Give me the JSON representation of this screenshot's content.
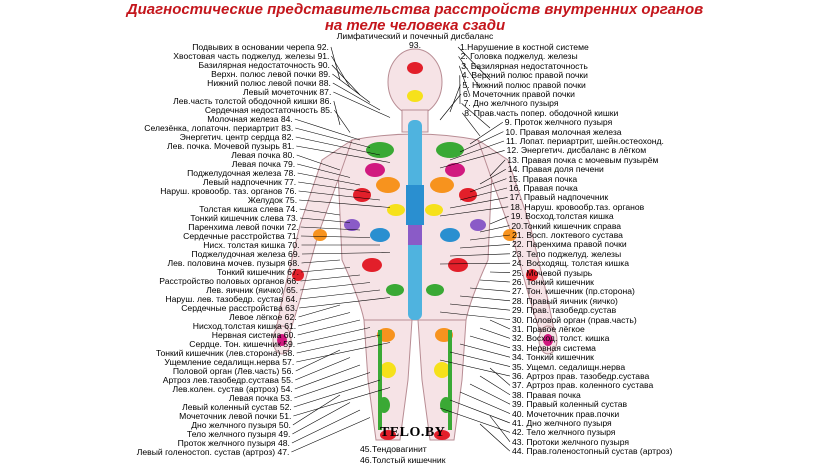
{
  "title": {
    "line1": "Диагностические представительства расстройств внутренних органов",
    "line2": "на теле человека сзади"
  },
  "top_label": "Лимфатический и почечный дисбаланс",
  "top_number": "93.",
  "brand": "TELO.BY",
  "left_labels": [
    "Подвывих в основании черепа 92.",
    "Хвостовая часть поджелуд. железы 91.",
    "Базилярная недостаточность 90.",
    "Верхн. полюс левой почки 89.",
    "Нижний полюс левой почки 88.",
    "Левый мочеточник 87.",
    "Лев.часть толстой ободочной кишки 86.",
    "Сердечная недостаточность 85.",
    "Молочная железа 84.",
    "Селезёнка, лопаточн. периартрит 83.",
    "Энергетич. центр сердца 82.",
    "Лев. почка. Мочевой пузырь 81.",
    "Левая почка 80.",
    "Левая почка 79.",
    "Поджелудочная железа 78.",
    "Левый надпочечник 77.",
    "Наруш. кровообр. таз. органов 76.",
    "Желудок 75.",
    "Толстая кишка слева 74.",
    "Тонкий кишечник слева 73.",
    "Паренхима левой почки 72.",
    "Сердечные расстройства 71.",
    "Нисх. толстая кишка 70.",
    "Поджелудочная железа 69.",
    "Лев. половина мочев. пузыря 68.",
    "Тонкий кишечник 67.",
    "Расстройство половых органов 66.",
    "Лев. яичник (яичко) 65.",
    "Наруш. лев. тазобедр. сустав 64.",
    "Сердечные расстройства 63.",
    "Левое лёгкое 62.",
    "Нисход.толстая кишка 61.",
    "Нервная система 60.",
    "Сердце. Тон. кишечник 59.",
    "Тонкий кишечник (лев.сторона) 58.",
    "Ущемление седалищн.нерва 57.",
    "Половой орган (Лев.часть) 56.",
    "Артроз лев.тазобедр.сустава 55.",
    "Лев.колен. сустав (артроз) 54.",
    "Левая почка 53.",
    "Левый коленный сустав 52.",
    "Мочеточник левой почки 51.",
    "Дно желчного пузыря 50.",
    "Тело желчного пузыря 49.",
    "Проток желчного пузыря 48.",
    "Левый голеностоп. сустав (артроз) 47."
  ],
  "right_labels": [
    "1.Нарушение в костной системе",
    "2. Головка поджелуд. железы",
    "3. Базилярная недостаточность",
    "4. Верхний полюс правой почки",
    "5. Нижний полюс правой почки",
    "6. Мочеточник правой почки",
    "7. Дно желчного пузыря",
    "8. Прав.часть попер. ободочной кишки",
    "9. Проток желчного пузыря",
    "10. Правая молочная железа",
    "11. Лопат. периартрит, шейн.остеохонд.",
    "12. Энергетич. дисбаланс в лёгком",
    "13. Правая почка с мочевым пузырём",
    "14. Правая доля печени",
    "15. Правая почка",
    "16. Правая почка",
    "17. Правый надпочечник",
    "18. Наруш. кровообр.таз. органов",
    "19. Восход.толстая кишка",
    "20.Тонкий кишечник справа",
    "21. Восп. локтевого сустава",
    "22. Паренхима правой почки",
    "23. Тело поджелуд. железы",
    "24. Восходящ. толстая кишка",
    "25. Мочевой пузырь",
    "26. Тонкий кишечник",
    "27. Тон. кишечник (пр.сторона)",
    "28. Правый яичник  (яичко)",
    "29. Прав. тазобедр.сустав",
    "30. Половой орган (прав.часть)",
    "31. Правое лёгкое",
    "32. Восход. толст. кишка",
    "33. Нервная система",
    "34. Тонкий кишечник",
    "35. Ущемл. седалищн.нерва",
    "36. Артроз прав. тазобедр.сустава",
    "37. Артроз прав. коленного сустава",
    "38. Правая почка",
    "39. Правый коленный  сустав",
    "40. Мочеточник прав.почки",
    "41. Дно желчного пузыря",
    "42. Тело желчного пузыря",
    "43. Протоки желчного пузыря",
    "44. Прав.голеностопный сустав (артроз)"
  ],
  "bottom_labels": [
    "45.Тендовагинит",
    "46.Толстый кишечник"
  ],
  "colors": {
    "title": "#c4161c",
    "body_fill": "#f6e3e6",
    "spine": "#4fb3df",
    "kidney_red": "#e21f2a",
    "orange": "#f7931e",
    "yellow": "#f6e11b",
    "green": "#3aa935",
    "blue": "#2a8fd0",
    "magenta": "#d1197f",
    "purple": "#8a5bc7",
    "line": "#000000"
  }
}
